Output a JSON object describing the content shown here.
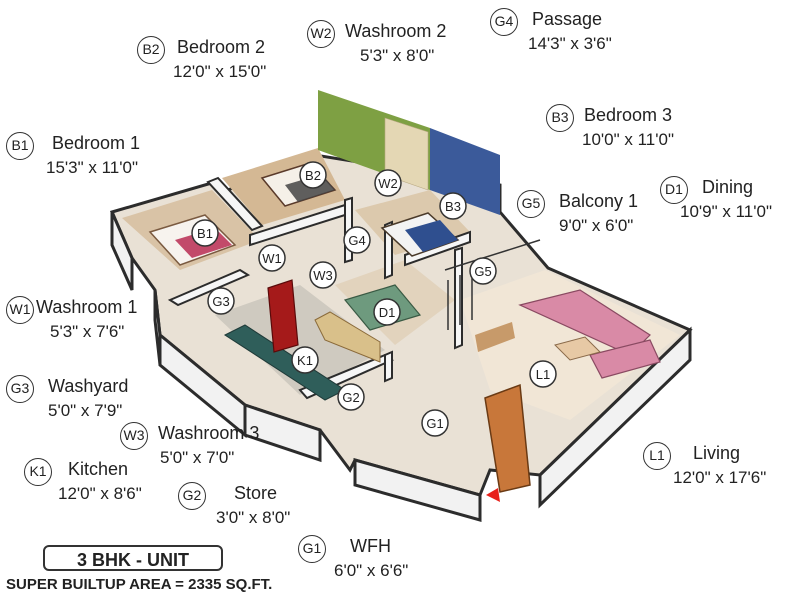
{
  "legend": [
    {
      "code": "B2",
      "name": "Bedroom 2",
      "dim": "12'0\" x 15'0\""
    },
    {
      "code": "W2",
      "name": "Washroom 2",
      "dim": "5'3\" x 8'0\""
    },
    {
      "code": "G4",
      "name": "Passage",
      "dim": "14'3\" x 3'6\""
    },
    {
      "code": "B3",
      "name": "Bedroom 3",
      "dim": "10'0\" x 11'0\""
    },
    {
      "code": "B1",
      "name": "Bedroom 1",
      "dim": "15'3\" x 11'0\""
    },
    {
      "code": "G5",
      "name": "Balcony 1",
      "dim": "9'0\" x 6'0\""
    },
    {
      "code": "D1",
      "name": "Dining",
      "dim": "10'9\" x 11'0\""
    },
    {
      "code": "W1",
      "name": "Washroom 1",
      "dim": "5'3\" x 7'6\""
    },
    {
      "code": "G3",
      "name": "Washyard",
      "dim": "5'0\" x 7'9\""
    },
    {
      "code": "W3",
      "name": "Washroom 3",
      "dim": "5'0\" x 7'0\""
    },
    {
      "code": "L1",
      "name": "Living",
      "dim": "12'0\" x 17'6\""
    },
    {
      "code": "K1",
      "name": "Kitchen",
      "dim": "12'0\" x 8'6\""
    },
    {
      "code": "G2",
      "name": "Store",
      "dim": "3'0\" x 8'0\""
    },
    {
      "code": "G1",
      "name": "WFH",
      "dim": "6'0\" x 6'6\""
    }
  ],
  "plan_tags": [
    "B2",
    "W2",
    "B3",
    "B1",
    "W1",
    "G4",
    "W3",
    "G5",
    "G3",
    "D1",
    "K1",
    "L1",
    "G2",
    "G1"
  ],
  "unit_label": "3 BHK - UNIT",
  "area_label": "SUPER BUILTUP AREA = 2335 SQ.FT.",
  "colors": {
    "floor": "#e6dccf",
    "wall": "#f4f4f4",
    "wall_top": "#2f2f2f",
    "accent_green": "#7ea043",
    "accent_blue": "#3b5a9a",
    "door": "#c8773a",
    "sofa": "#d98aa6",
    "entry_arrow": "#e8201a"
  }
}
